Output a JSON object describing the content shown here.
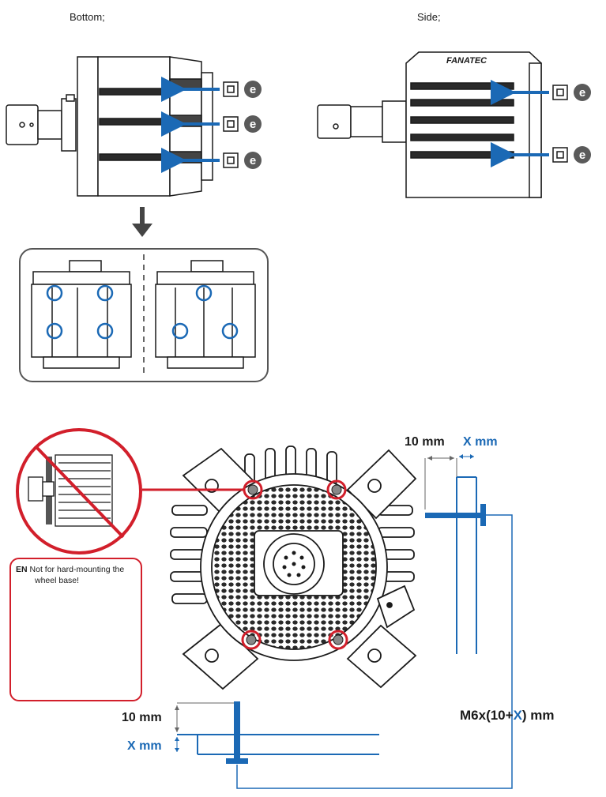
{
  "views": {
    "bottom_label": "Bottom;",
    "side_label": "Side;"
  },
  "callouts": {
    "part_letter": "e",
    "brand": "FANATEC"
  },
  "note": {
    "lang": "EN",
    "text_line1": "Not for hard-mounting the",
    "text_line2": "wheel base!"
  },
  "dimensions": {
    "top_fixed": "10 mm",
    "top_var_prefix": "X",
    "top_var_unit": " mm",
    "bottom_fixed": "10 mm",
    "bottom_var_prefix": "X",
    "bottom_var_unit": " mm",
    "screw_prefix": "M6x(10+",
    "screw_var": "X",
    "screw_suffix": ") mm"
  },
  "colors": {
    "accent_blue": "#1b69b5",
    "warning_red": "#d21f2b",
    "outline": "#1a1a1a"
  }
}
